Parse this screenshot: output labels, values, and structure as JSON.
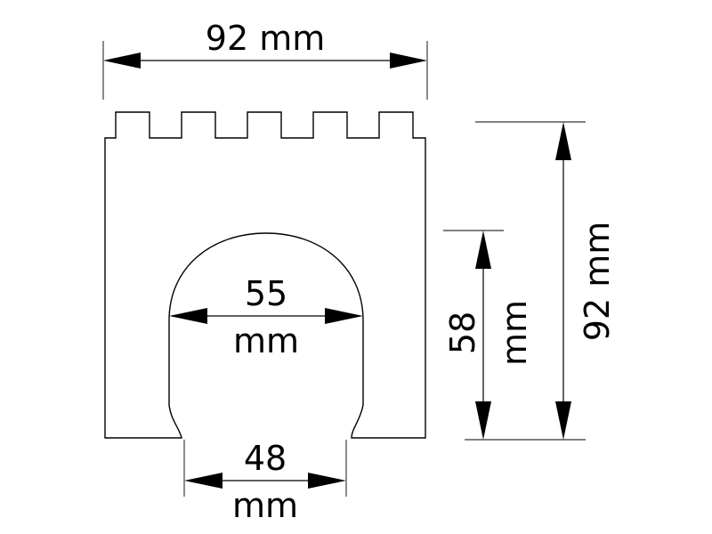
{
  "dimensions": {
    "top_width": "92 mm",
    "right_height": "92 mm",
    "arch_height_value": "58",
    "arch_height_unit": "mm",
    "arch_width_value": "55",
    "arch_width_unit": "mm",
    "opening_width_value": "48",
    "opening_width_unit": "mm"
  }
}
